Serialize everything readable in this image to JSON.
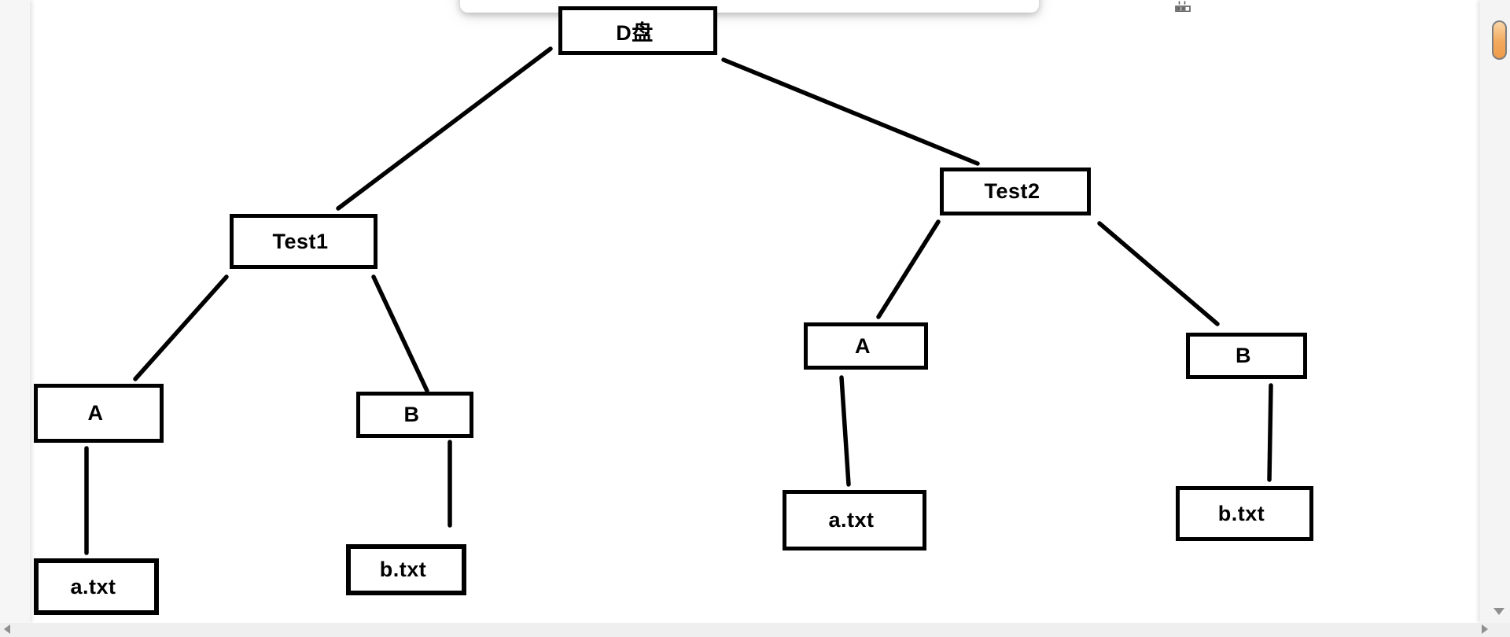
{
  "diagram": {
    "description": "Hand-drawn directory tree of drive D",
    "nodes": [
      {
        "id": "d-drive",
        "label": "D盘"
      },
      {
        "id": "test1",
        "label": "Test1"
      },
      {
        "id": "test2",
        "label": "Test2"
      },
      {
        "id": "test1-a",
        "label": "A"
      },
      {
        "id": "test1-b",
        "label": "B"
      },
      {
        "id": "test1-a-file",
        "label": "a.txt"
      },
      {
        "id": "test1-b-file",
        "label": "b.txt"
      },
      {
        "id": "test2-a",
        "label": "A"
      },
      {
        "id": "test2-b",
        "label": "B"
      },
      {
        "id": "test2-a-file",
        "label": "a.txt"
      },
      {
        "id": "test2-b-file",
        "label": "b.txt"
      }
    ],
    "edges": [
      {
        "from": "d-drive",
        "to": "test1"
      },
      {
        "from": "d-drive",
        "to": "test2"
      },
      {
        "from": "test1",
        "to": "test1-a"
      },
      {
        "from": "test1",
        "to": "test1-b"
      },
      {
        "from": "test1-a",
        "to": "test1-a-file"
      },
      {
        "from": "test1-b",
        "to": "test1-b-file"
      },
      {
        "from": "test2",
        "to": "test2-a"
      },
      {
        "from": "test2",
        "to": "test2-b"
      },
      {
        "from": "test2-a",
        "to": "test2-a-file"
      },
      {
        "from": "test2-b",
        "to": "test2-b-file"
      }
    ]
  },
  "icons": {
    "top_right": "ruler-icon",
    "scrollbar": [
      "scroll-down-icon",
      "scroll-left-icon",
      "scroll-right-icon"
    ]
  },
  "colors": {
    "node_border": "#000000",
    "node_fill": "#ffffff",
    "connector": "#000000",
    "scroll_thumb_fill": "#f2a85c",
    "scroll_thumb_border": "#7d7d7d",
    "scroll_track": "#efefef",
    "gutter": "#f6f6f6",
    "scroll_arrow": "#8f8f8f"
  }
}
